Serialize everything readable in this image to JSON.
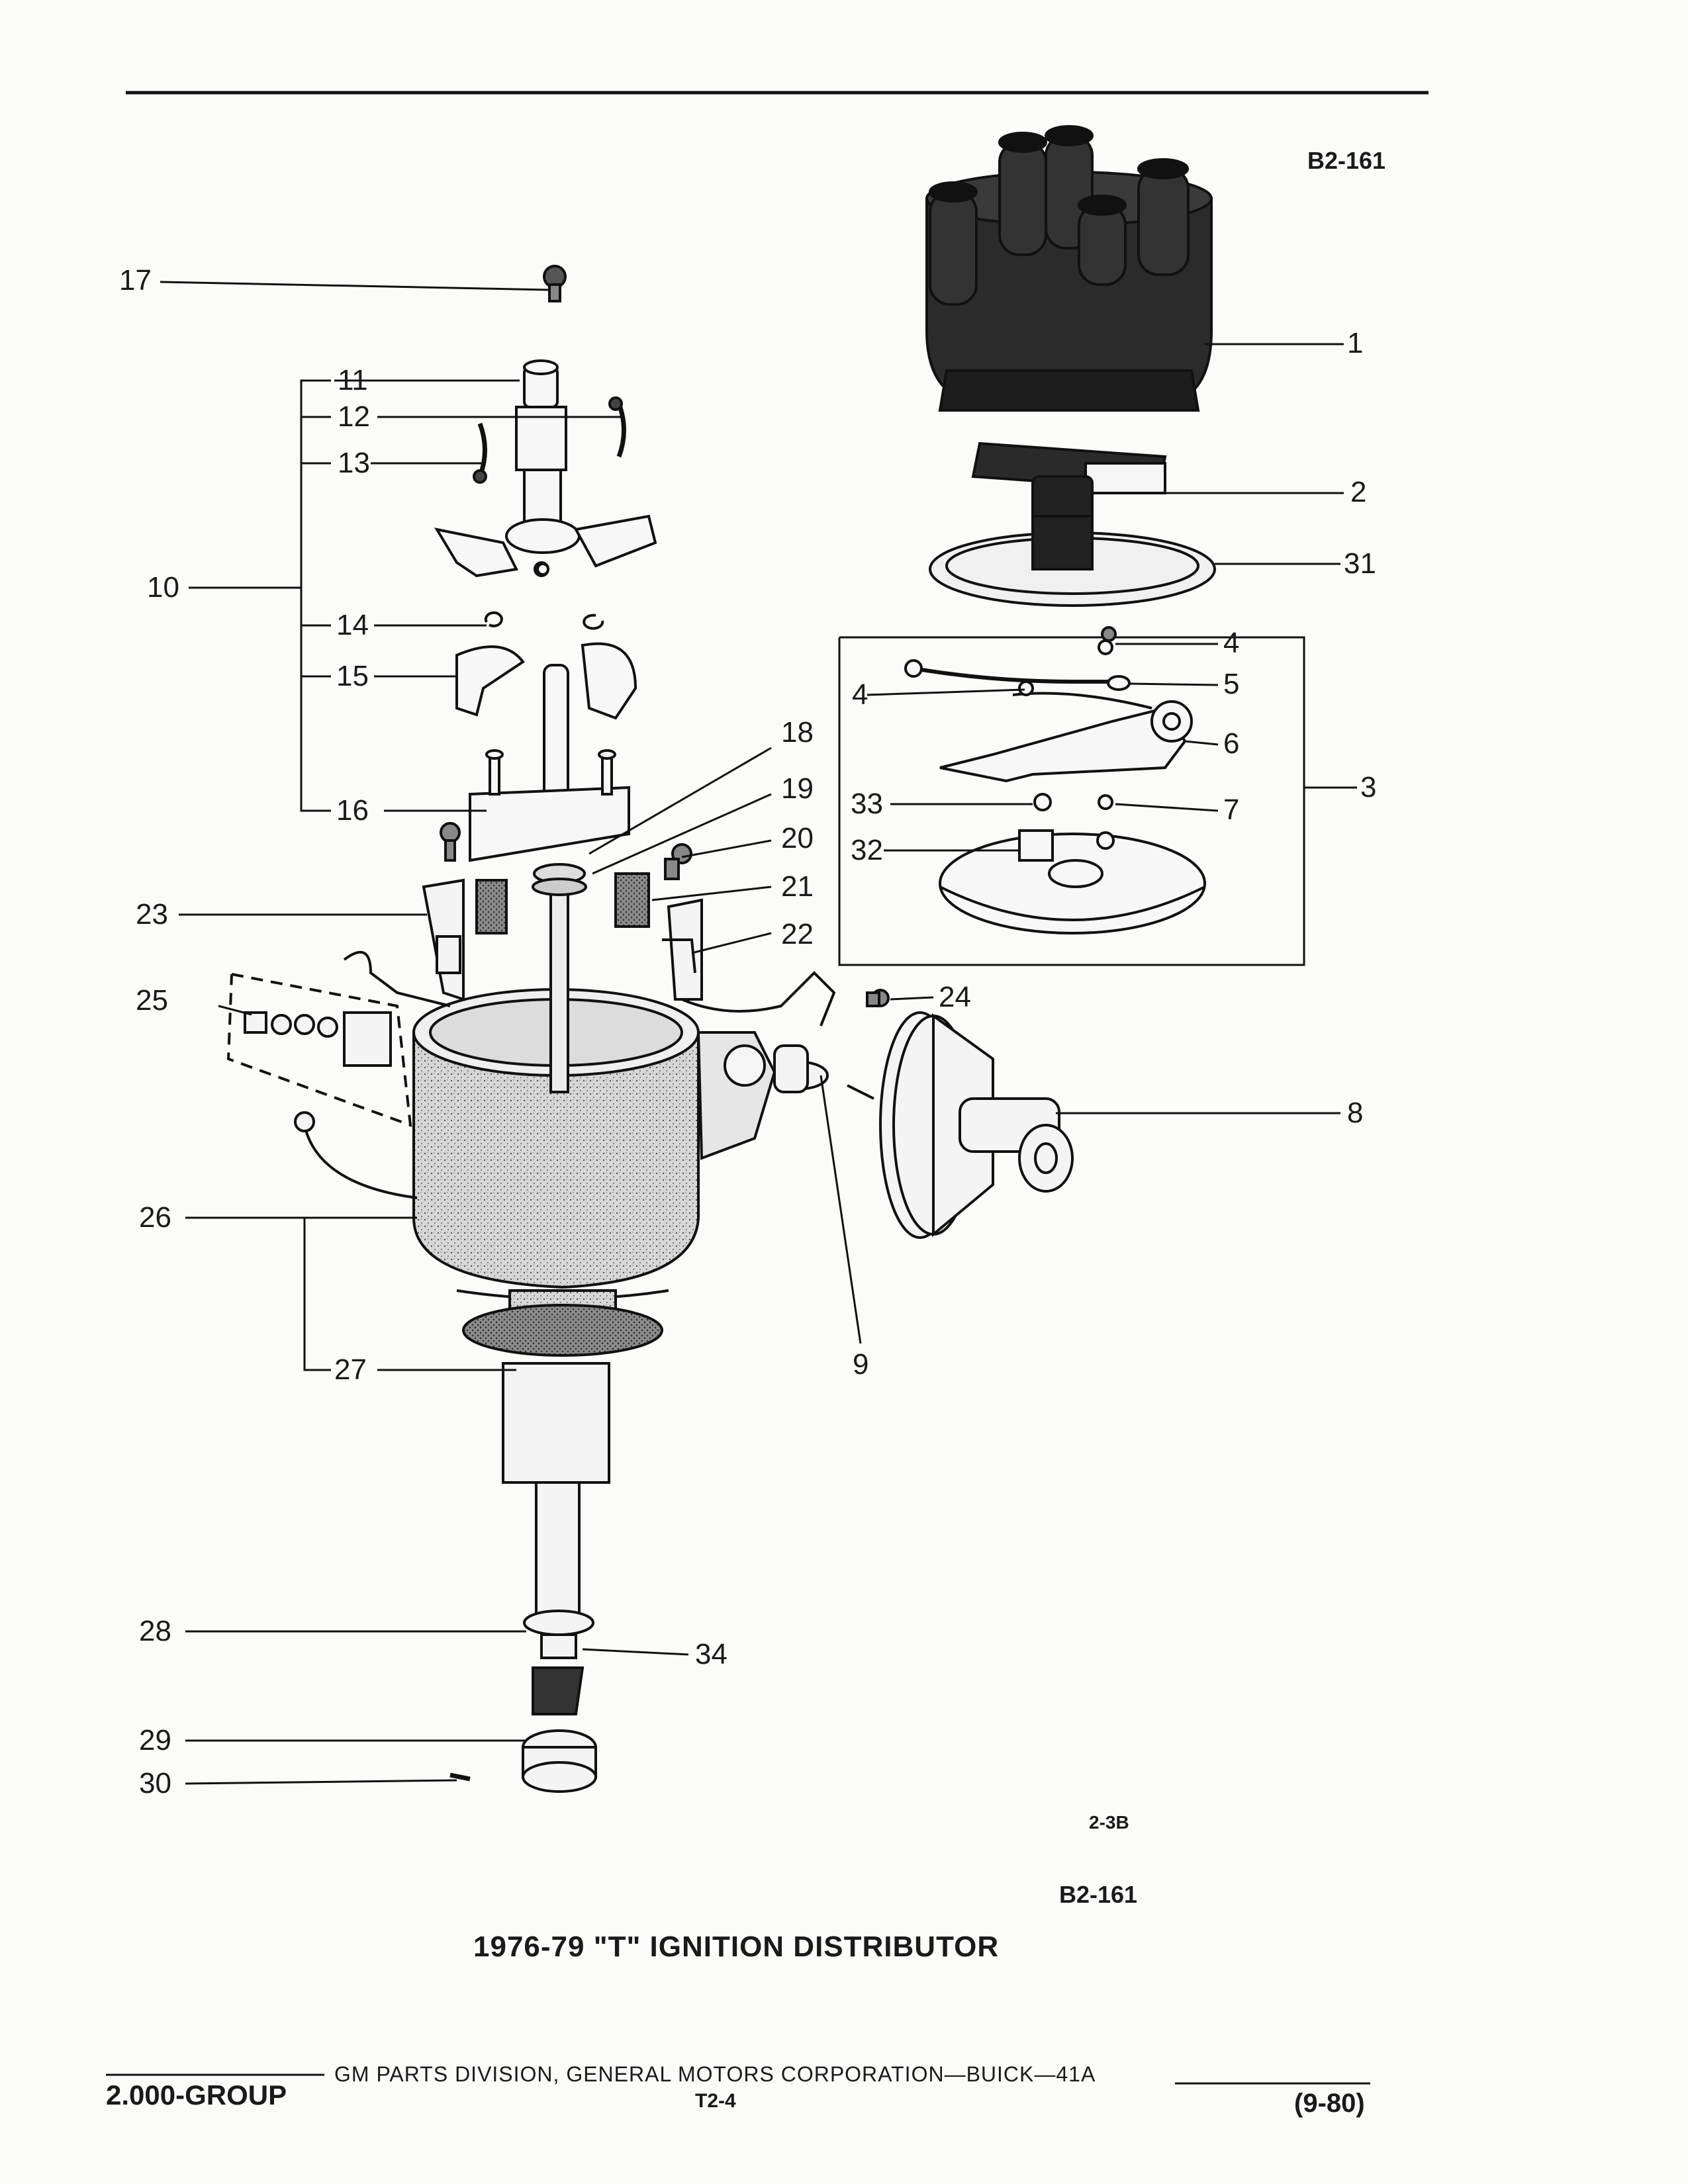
{
  "figure_code_top": "B2-161",
  "figure_code_bottom": "B2-161",
  "sub_code": "2-3B",
  "title": "1976-79 \"T\" IGNITION DISTRIBUTOR",
  "footer": {
    "group": "2.000-GROUP",
    "publisher": "GM PARTS DIVISION, GENERAL MOTORS CORPORATION—BUICK—41A",
    "page": "T2-4",
    "date": "(9-80)"
  },
  "callouts": [
    "17",
    "11",
    "12",
    "13",
    "10",
    "14",
    "15",
    "16",
    "18",
    "19",
    "20",
    "21",
    "22",
    "23",
    "25",
    "26",
    "27",
    "28",
    "34",
    "29",
    "30",
    "24",
    "9",
    "1",
    "2",
    "31",
    "4",
    "4",
    "5",
    "6",
    "3",
    "33",
    "7",
    "32",
    "8"
  ]
}
